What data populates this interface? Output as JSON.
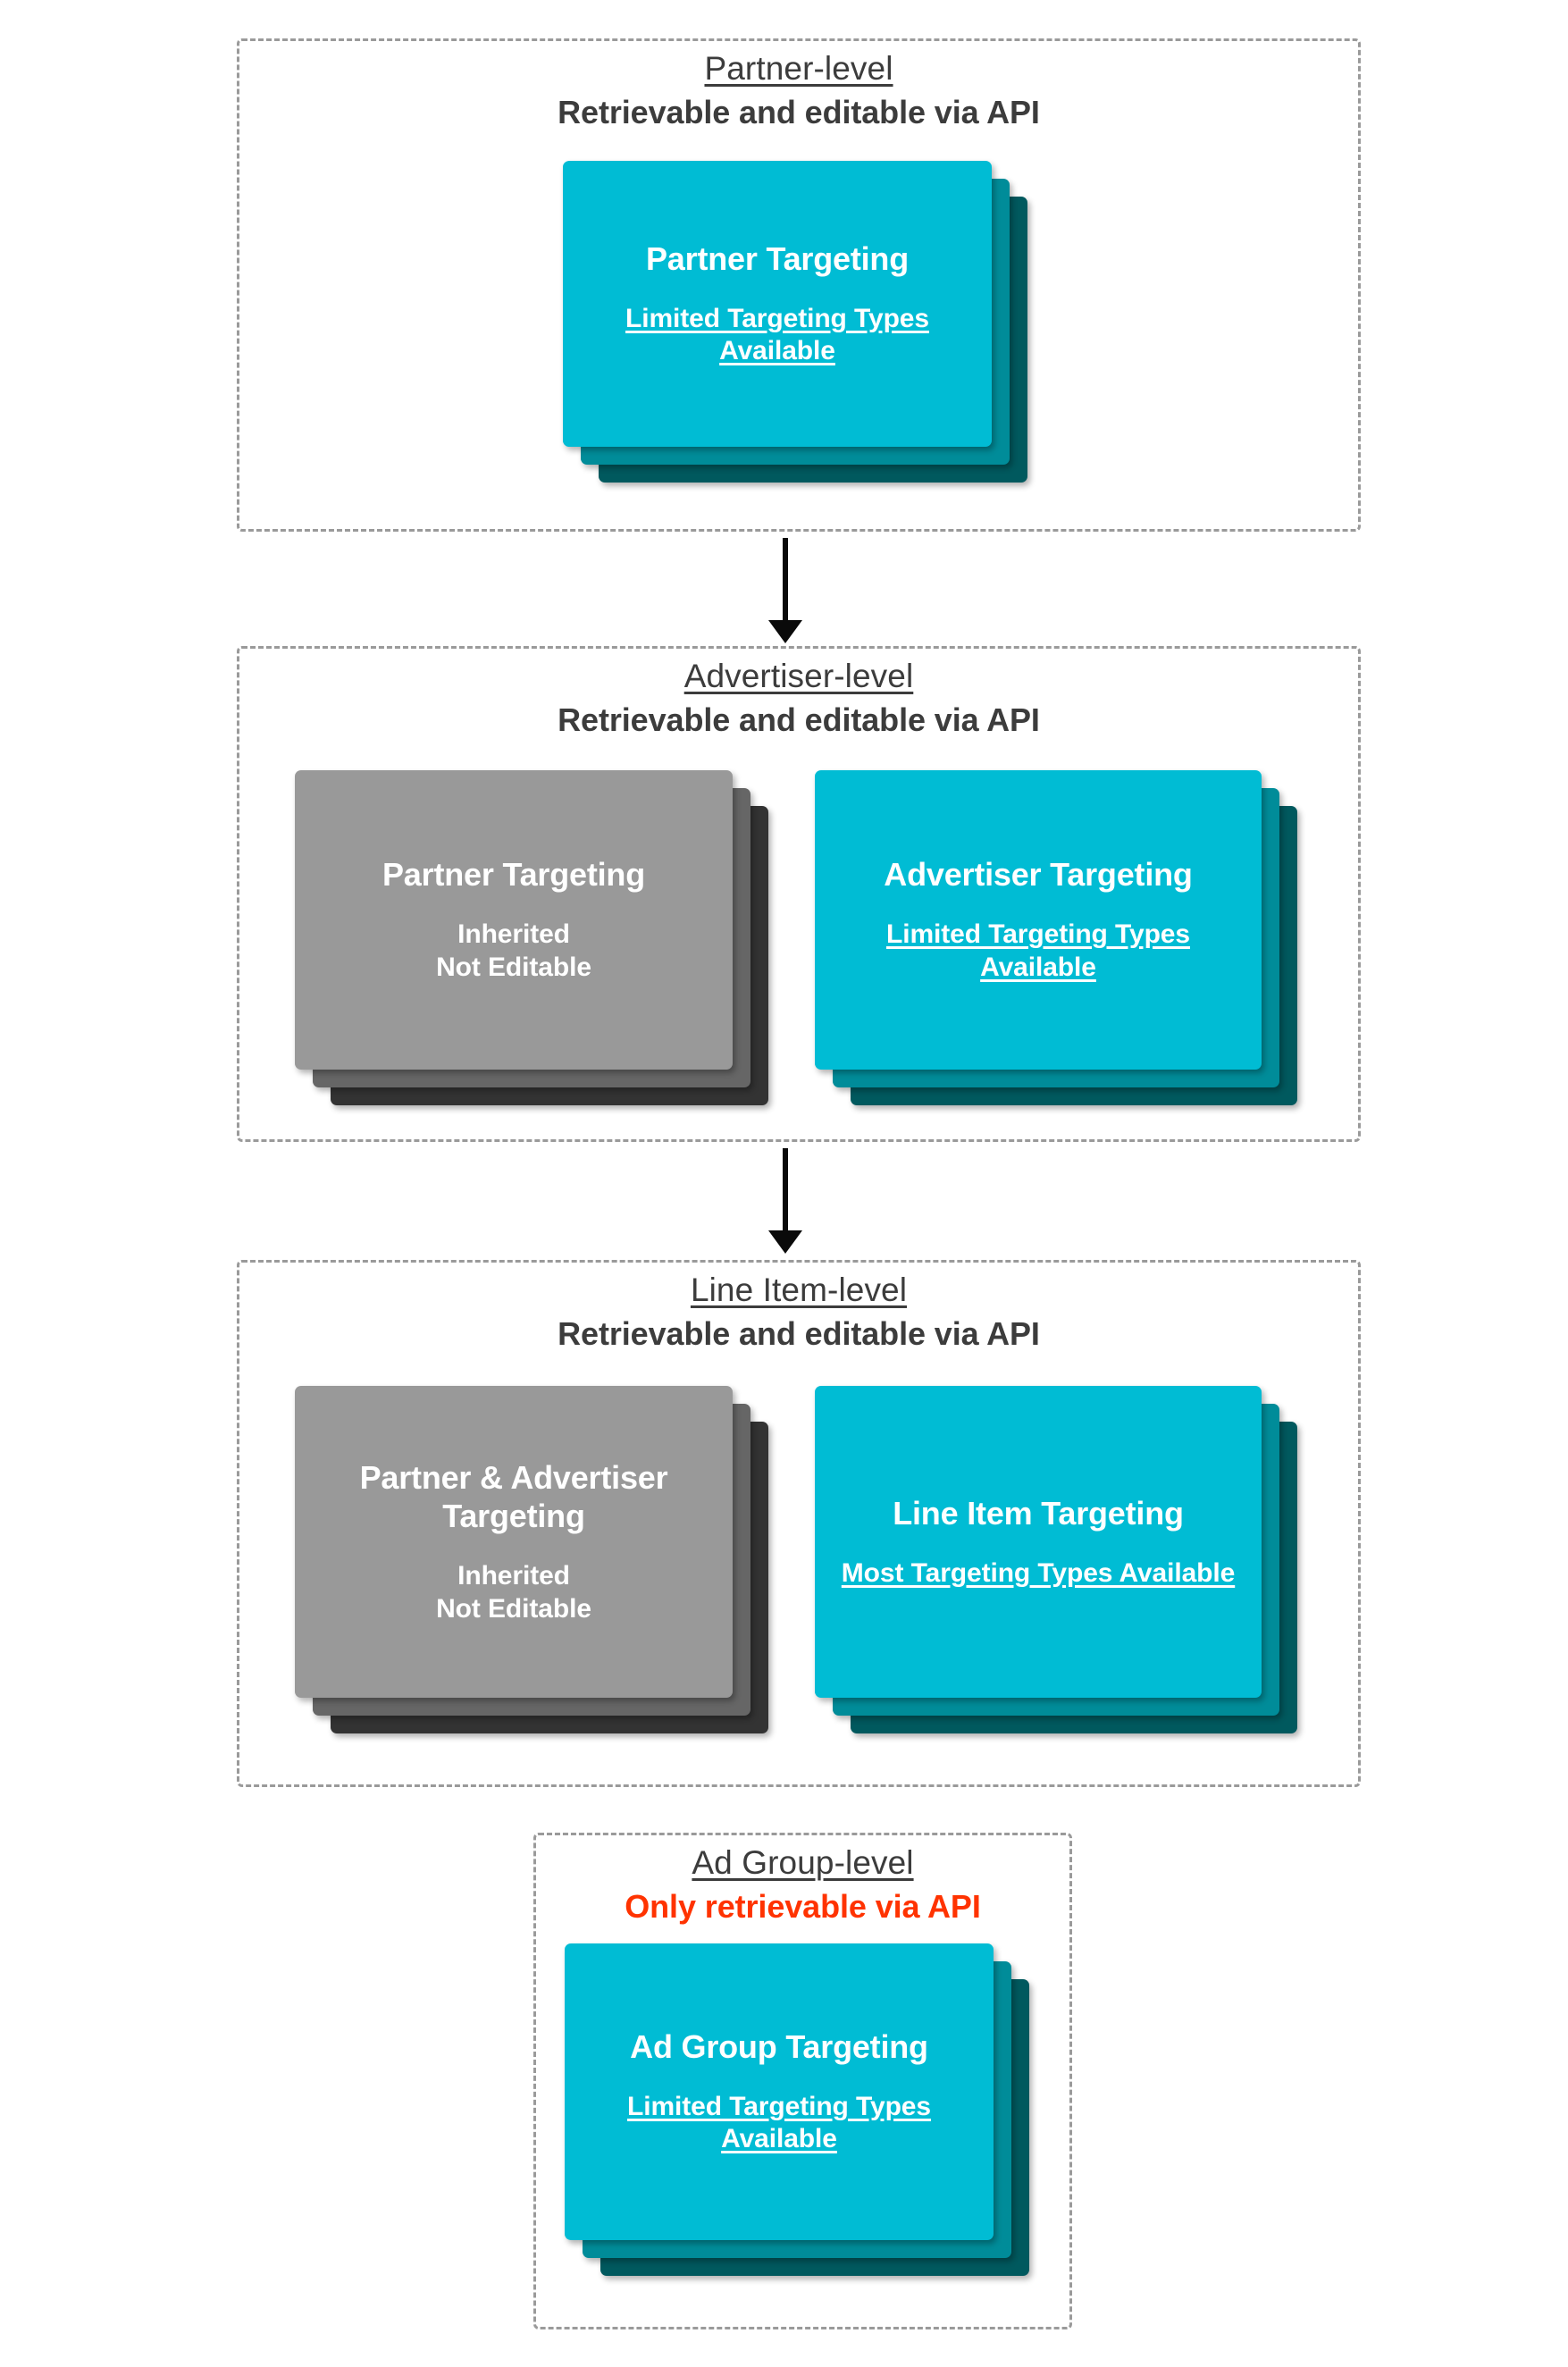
{
  "page": {
    "background": "#ffffff",
    "title_color": "#3c3c3c",
    "alert_color": "#ff3300",
    "dash_color": "#9a9a9a",
    "arrow_color": "#0a0a0a"
  },
  "palette": {
    "cyan_front": "#00bcd4",
    "cyan_mid": "#008c99",
    "cyan_back": "#00595e",
    "gray_front": "#999999",
    "gray_mid": "#666666",
    "gray_back": "#333333"
  },
  "levels": [
    {
      "id": "partner",
      "title": "Partner-level",
      "subtitle": "Retrievable and editable via API",
      "subtitle_alert": false,
      "cards": [
        {
          "id": "partner-targeting",
          "title": "Partner Targeting",
          "note": "Limited Targeting Types Available",
          "note_underlined": true,
          "style": "cyan"
        }
      ]
    },
    {
      "id": "advertiser",
      "title": "Advertiser-level",
      "subtitle": "Retrievable and editable via API",
      "subtitle_alert": false,
      "cards": [
        {
          "id": "partner-targeting-inherited",
          "title": "Partner Targeting",
          "note": "Inherited\nNot Editable",
          "note_underlined": false,
          "style": "gray"
        },
        {
          "id": "advertiser-targeting",
          "title": "Advertiser Targeting",
          "note": "Limited Targeting Types Available",
          "note_underlined": true,
          "style": "cyan"
        }
      ]
    },
    {
      "id": "line-item",
      "title": "Line Item-level",
      "subtitle": "Retrievable and editable via API",
      "subtitle_alert": false,
      "cards": [
        {
          "id": "partner-advertiser-targeting-inherited",
          "title": "Partner & Advertiser Targeting",
          "note": "Inherited\nNot Editable",
          "note_underlined": false,
          "style": "gray"
        },
        {
          "id": "line-item-targeting",
          "title": "Line Item Targeting",
          "note": "Most Targeting Types Available",
          "note_underlined": true,
          "style": "cyan"
        }
      ]
    },
    {
      "id": "ad-group",
      "title": "Ad Group-level",
      "subtitle": "Only retrievable via API",
      "subtitle_alert": true,
      "cards": [
        {
          "id": "ad-group-targeting",
          "title": "Ad Group Targeting",
          "note": "Limited Targeting Types Available",
          "note_underlined": true,
          "style": "cyan"
        }
      ]
    }
  ],
  "connectors": [
    {
      "id": "partner-to-advertiser",
      "from": "partner",
      "to": "advertiser",
      "direction": "down"
    },
    {
      "id": "advertiser-to-line-item",
      "from": "advertiser",
      "to": "line-item",
      "direction": "down"
    }
  ]
}
